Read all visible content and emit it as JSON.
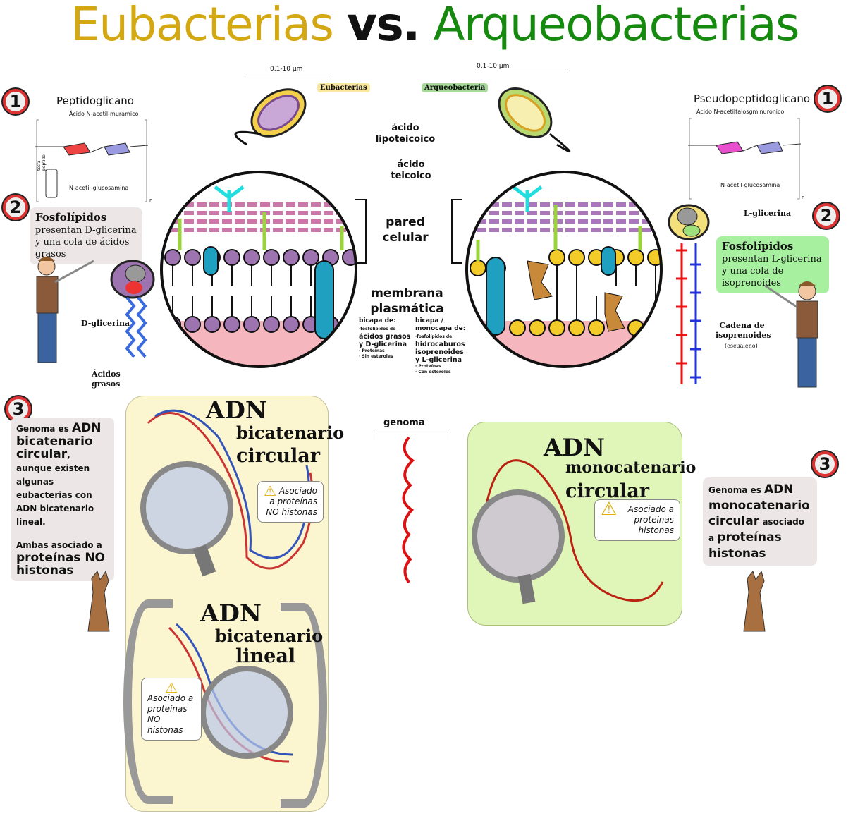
{
  "title": {
    "part1": "Eubacterias",
    "part2": "vs.",
    "part3": "Arqueobacterias"
  },
  "colors": {
    "eubacteria": "#d4a813",
    "archaea": "#16890f",
    "membrane": "#9d74b0",
    "archaea_head": "#f4cc2a",
    "pink": "#f5b7bd",
    "yellow_panel": "#fbf5d0",
    "green_panel": "#e0f6b8"
  },
  "numbers": {
    "one": "1",
    "two": "2",
    "three": "3"
  },
  "left": {
    "wall_title": "Peptidoglicano",
    "wall_top": "Ácido N-acetil-murámico",
    "wall_bottom": "N-acetil-glucosamina",
    "tetra": "tetra-peptide",
    "n": "n",
    "phospho_bold": "Fosfolípidos",
    "phospho_rest": " presentan D-glicerina y una cola de ácidos grasos",
    "dglicerina": "D-glicerina",
    "acidos": "Ácidos grasos",
    "scale": "0,1-10 µm",
    "badge": "Eubacterias",
    "genome_text": [
      {
        "t": "Genoma es ",
        "b": false,
        "s": "s"
      },
      {
        "t": "ADN bicatenario circular",
        "b": true,
        "s": "l"
      },
      {
        "t": ", aunque existen algunas eubacterias con ADN bicatenario lineal.",
        "b": false,
        "s": "s"
      }
    ],
    "genome_text2a": "Ambas asociado a ",
    "genome_text2b": "proteínas NO histonas",
    "dna1": [
      "ADN",
      "bicatenario",
      "circular"
    ],
    "dna2": [
      "ADN",
      "bicatenario",
      "lineal"
    ],
    "warn": "Asociado a proteínas NO histonas"
  },
  "right": {
    "wall_title": "Pseudopeptidoglicano",
    "wall_top": "Ácido N-acetiltalosgminurónico",
    "wall_bottom": "N-acetil-glucosamina",
    "n": "n",
    "phospho_bold": "Fosfolípidos",
    "phospho_rest": " presentan L-glicerina y una cola de isoprenoides",
    "lglicerina": "L-glicerina",
    "cadena": "Cadena de isoprenoides",
    "escualeno": "(escualeno)",
    "scale": "0,1-10 µm",
    "badge": "Arqueobacteria",
    "genome_a": "Genoma es ",
    "genome_b": "ADN monocatenario circular",
    "genome_c": " asociado a ",
    "genome_d": "proteínas histonas",
    "dna": [
      "ADN",
      "monocatenario",
      "circular"
    ],
    "warn": "Asociado a proteínas histonas"
  },
  "center": {
    "lipoteicoico": "ácido lipoteicoico",
    "teicoico": "ácido teicoico",
    "pared": "pared celular",
    "membrana": "membrana plasmática",
    "euba_memb": [
      "bicapa de:",
      "·fosfolípidos de",
      "ácidos grasos",
      "y D-glicerina",
      "· Proteínas",
      "· Sin esteroles"
    ],
    "arch_memb": [
      "bicapa /",
      "monocapa de:",
      "·fosfolípidos de",
      "hidrocaburos",
      "isoprenoides",
      "y L-glicerina",
      "· Proteínas",
      "· Con esteroles"
    ],
    "genoma": "genoma"
  }
}
